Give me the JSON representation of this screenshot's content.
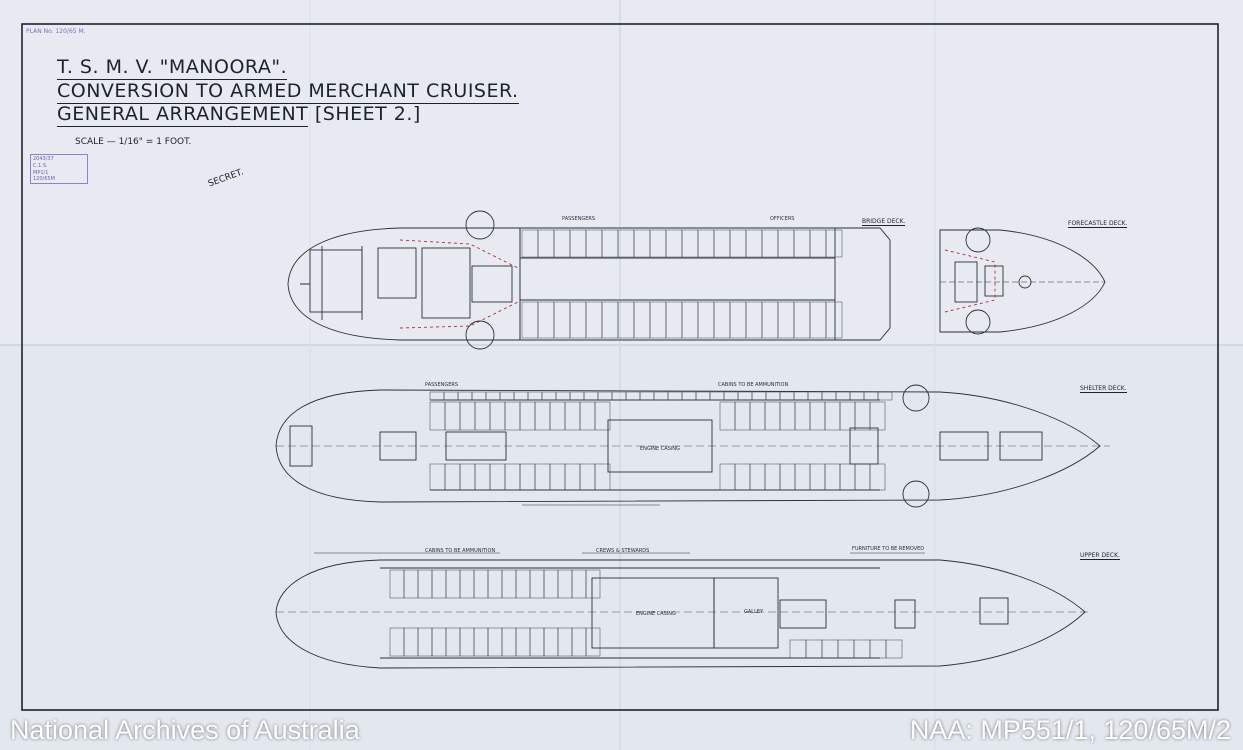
{
  "title": {
    "line1": "T. S. M. V. \"MANOORA\".",
    "line2": "CONVERSION TO ARMED MERCHANT CRUISER.",
    "line3_a": "GENERAL ARRANGEMENT",
    "line3_b": "[SHEET 2.]"
  },
  "scale": "SCALE — 1/16\" = 1 FOOT.",
  "secret": "SECRET.",
  "plan_no": "PLAN No. 120/65 M.",
  "stamp": [
    "2043/37",
    "C.1.S.",
    "MP1/1",
    "120/65M"
  ],
  "decks": {
    "bridge": "BRIDGE DECK.",
    "forecastle": "FORECASTLE DECK.",
    "shelter": "SHELTER DECK.",
    "upper": "UPPER DECK."
  },
  "labels": {
    "passengers": "PASSENGERS",
    "officers": "OFFICERS",
    "cabins_ammunition": "CABINS TO BE AMMUNITION",
    "cabins_ammunition_upper": "CABINS TO BE AMMUNITION",
    "crew_stewards": "CREWS & STEWARDS",
    "furniture": "FURNITURE TO BE REMOVED",
    "engine_casing": "ENGINE CASING",
    "galley": "GALLEY"
  },
  "watermark": {
    "left": "National Archives of Australia",
    "right": "NAA: MP551/1, 120/65M/2"
  },
  "colors": {
    "paper": "#e3e7ee",
    "ink": "#2a2f3a",
    "red_line": "#c0283c",
    "stamp": "#6a63b3"
  }
}
